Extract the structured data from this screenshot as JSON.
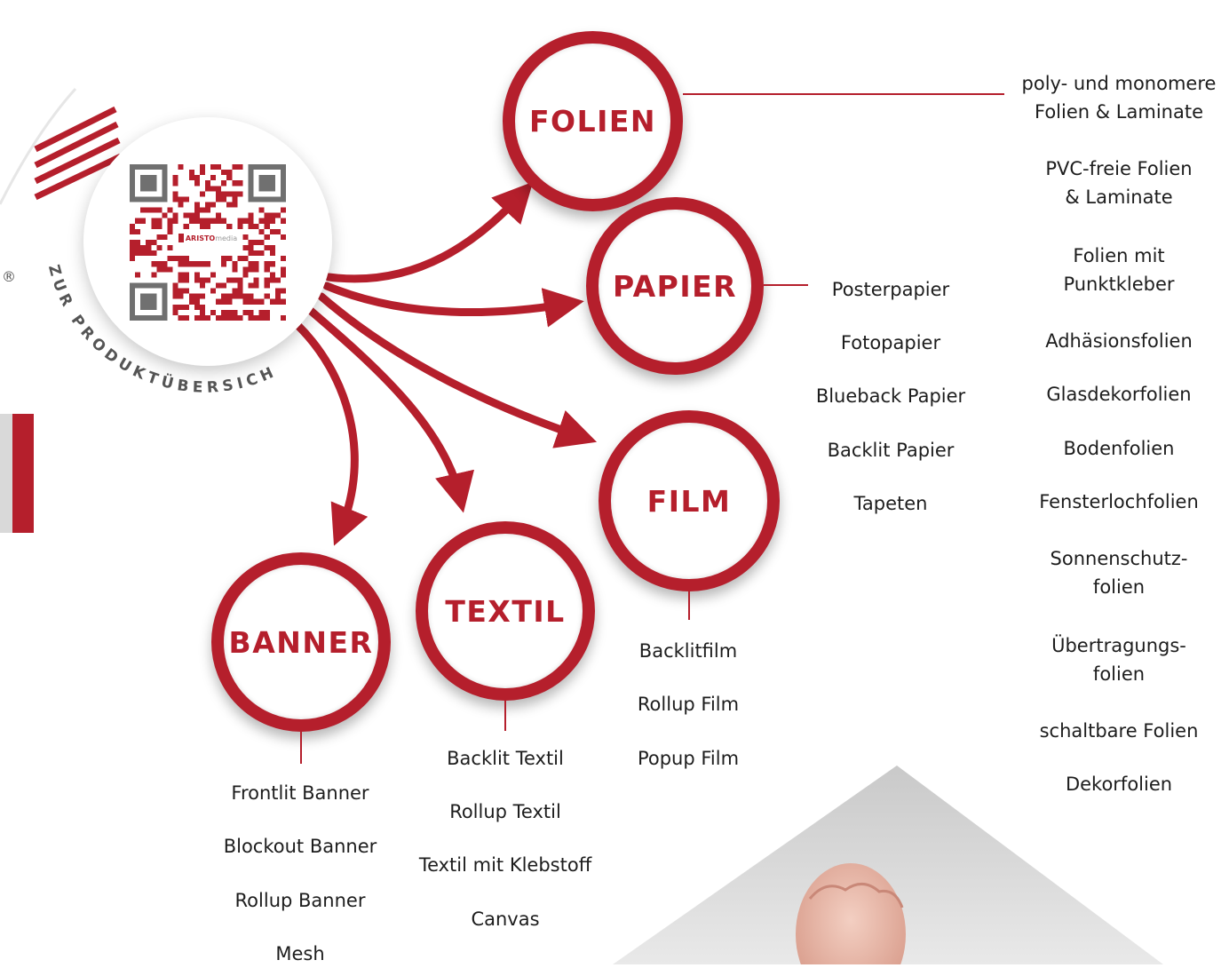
{
  "qr": {
    "caption": "ZUR PRODUKTÜBERSICHT",
    "logo_bold": "ARISTO",
    "logo_rest": "media",
    "registered_mark": "®"
  },
  "categories": {
    "folien": {
      "label": "FOLIEN",
      "items": [
        "poly- und monomere\nFolien & Laminate",
        "PVC-freie Folien\n& Laminate",
        "Folien mit\nPunktkleber",
        "Adhäsionsfolien",
        "Glasdekorfolien",
        "Bodenfolien",
        "Fensterlochfolien",
        "Sonnenschutz-\nfolien",
        "Übertragungs-\nfolien",
        "schaltbare Folien",
        "Dekorfolien"
      ]
    },
    "papier": {
      "label": "PAPIER",
      "items": [
        "Posterpapier",
        "Fotopapier",
        "Blueback Papier",
        "Backlit Papier",
        "Tapeten"
      ]
    },
    "film": {
      "label": "FILM",
      "items": [
        "Backlitfilm",
        "Rollup Film",
        "Popup Film"
      ]
    },
    "textil": {
      "label": "TEXTIL",
      "items": [
        "Backlit Textil",
        "Rollup Textil",
        "Textil mit Klebstoff",
        "Canvas"
      ]
    },
    "banner": {
      "label": "BANNER",
      "items": [
        "Frontlit Banner",
        "Blockout Banner",
        "Rollup Banner",
        "Mesh"
      ]
    }
  },
  "colors": {
    "accent": "#b51f2c",
    "text": "#1d1d1d"
  }
}
